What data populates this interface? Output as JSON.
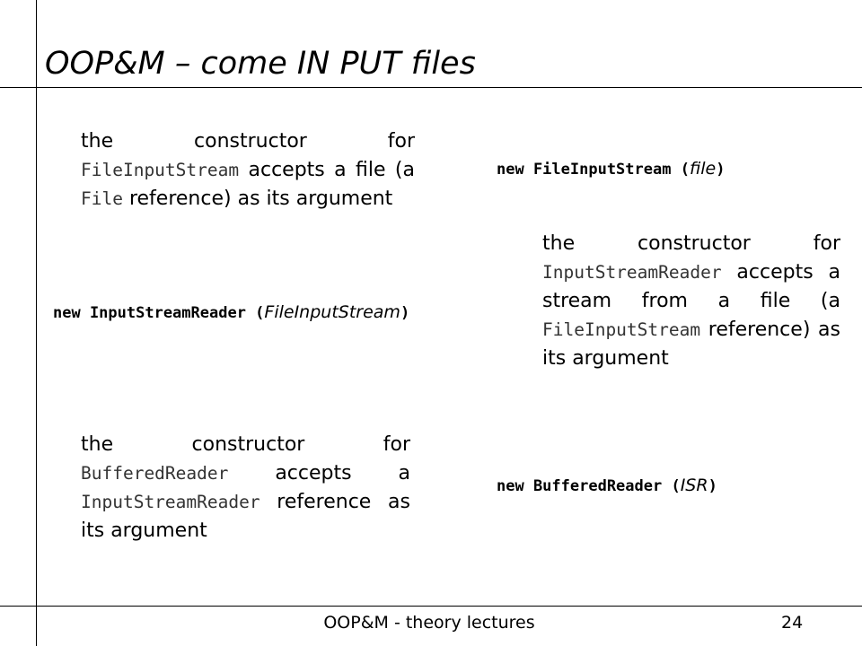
{
  "slide": {
    "title": "OOP&M – come IN PUT files",
    "footer_text": "OOP&M - theory lectures",
    "page_number": "24"
  },
  "blocks": [
    {
      "text_parts": [
        "the constructor for ",
        "FileInputStream",
        " accepts a file (a ",
        "File",
        " reference) as its argument"
      ],
      "code": {
        "keyword": "new FileInputStream (",
        "argument": "file",
        "close": ")"
      }
    },
    {
      "text_parts": [
        "the constructor for ",
        "InputStreamReader",
        " accepts a stream from a file (a ",
        "FileInputStream",
        " reference) as its argument"
      ],
      "code": {
        "keyword": "new InputStreamReader (",
        "argument": "FileInputStream",
        "close": ")"
      }
    },
    {
      "text_parts": [
        "the constructor for ",
        "BufferedReader",
        " accepts a ",
        "InputStreamReader",
        " reference as its argument"
      ],
      "code": {
        "keyword": "new BufferedReader (",
        "argument": "ISR",
        "close": ")"
      }
    }
  ]
}
